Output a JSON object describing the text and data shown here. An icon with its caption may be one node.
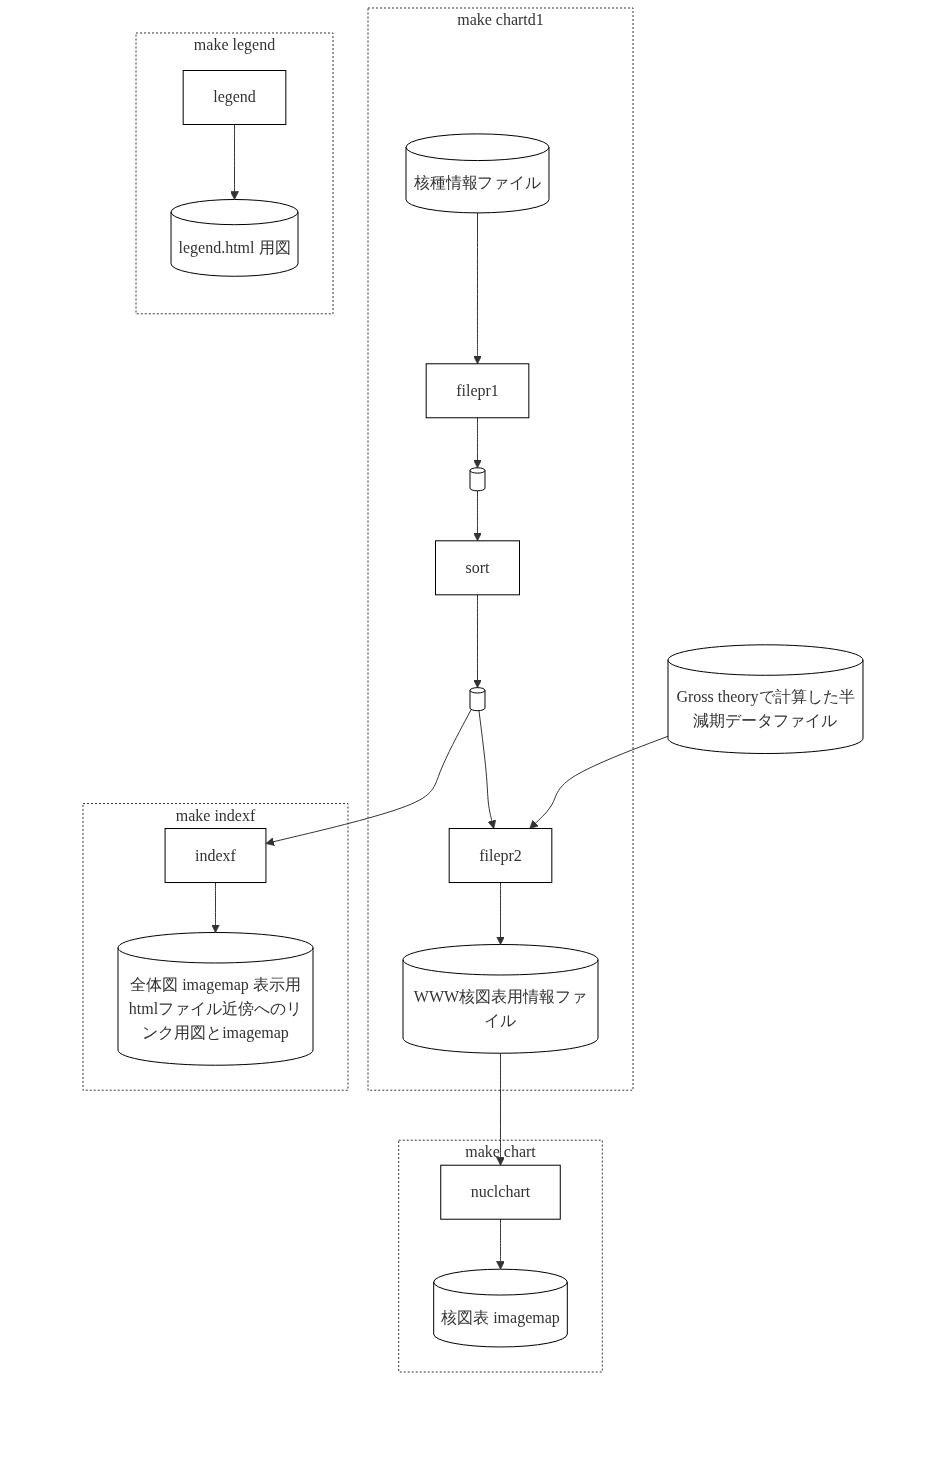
{
  "diagram": {
    "nodes": [
      {
        "text": [
          "make chartd1"
        ]
      },
      {
        "text": [
          "核種情報ファイル"
        ],
        "in": 0
      },
      {
        "text": [
          "filepr1"
        ],
        "in": 0
      },
      {
        "text": [],
        "shape": "cylinder",
        "in": 0
      },
      {
        "text": [
          "sort"
        ],
        "in": 0
      },
      {
        "text": [],
        "shape": "cylinder",
        "in": 0
      },
      {
        "text": [
          "filepr2"
        ],
        "in": 0
      },
      {
        "text": [
          "WWW核図表用情報ファイル"
        ],
        "in": 0
      },
      {
        "text": [
          "Gross theoryで計算した半減期データファイル"
        ]
      },
      {
        "text": [
          "make indexf"
        ]
      },
      {
        "text": [
          "indexf"
        ],
        "in": 9
      },
      {
        "text": [
          "全体図 imagemap 表示用htmlファイル近傍へのリンク用図とimagemap"
        ],
        "in": 9
      },
      {
        "text": [
          "make chart"
        ]
      },
      {
        "text": [
          "nuclchart"
        ],
        "in": 12
      },
      {
        "text": [
          "核図表 imagemap"
        ],
        "in": 12
      },
      {
        "text": [
          "make legend"
        ]
      },
      {
        "text": [
          "legend"
        ],
        "in": 15
      },
      {
        "text": [
          "legend.html 用図"
        ],
        "in": 15
      }
    ],
    "edges": [
      {
        "from": 1,
        "to": 2,
        "arrow": "to"
      },
      {
        "from": 2,
        "to": 3,
        "arrow": "to"
      },
      {
        "from": 3,
        "to": 4,
        "arrow": "to"
      },
      {
        "from": 4,
        "to": 5,
        "arrow": "to"
      },
      {
        "from": 5,
        "to": 6,
        "arrow": "to"
      },
      {
        "from": 8,
        "to": 6,
        "arrow": "to"
      },
      {
        "from": 6,
        "to": 7,
        "arrow": "to"
      },
      {
        "from": 5,
        "to": 10,
        "arrow": "to"
      },
      {
        "from": 7,
        "to": 13,
        "arrow": "to"
      },
      {
        "from": 10,
        "to": 11,
        "arrow": "to"
      },
      {
        "from": 13,
        "to": 14,
        "arrow": "to"
      },
      {
        "from": 16,
        "to": 17,
        "arrow": "to"
      }
    ]
  }
}
